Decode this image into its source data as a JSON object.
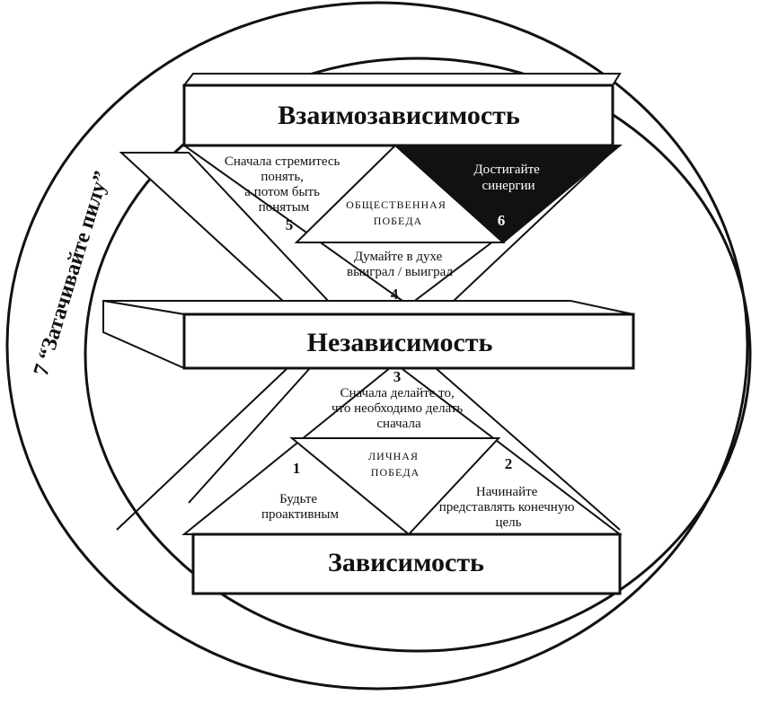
{
  "levels": {
    "interdependence": "Взаимозависимость",
    "independence": "Независимость",
    "dependence": "Зависимость"
  },
  "circle_label": "7 “Затачивайте пилу”",
  "victories": {
    "public": [
      "ОБЩЕСТВЕННАЯ",
      "ПОБЕДА"
    ],
    "private": [
      "ЛИЧНАЯ",
      "ПОБЕДА"
    ]
  },
  "habits": [
    {
      "number": "1",
      "lines": [
        "Будьте",
        "проактивным"
      ]
    },
    {
      "number": "2",
      "lines": [
        "Начинайте",
        "представлять конечную",
        "цель"
      ]
    },
    {
      "number": "3",
      "lines": [
        "Сначала делайте то,",
        "что необходимо делать",
        "сначала"
      ]
    },
    {
      "number": "4",
      "lines": [
        "Думайте в духе",
        "выиграл / выиграл"
      ]
    },
    {
      "number": "5",
      "lines": [
        "Сначала стремитесь",
        "понять,",
        "а потом быть",
        "понятым"
      ]
    },
    {
      "number": "6",
      "lines": [
        "Достигайте",
        "синергии"
      ]
    }
  ],
  "colors": {
    "ink": "#111111",
    "paper": "#ffffff"
  }
}
